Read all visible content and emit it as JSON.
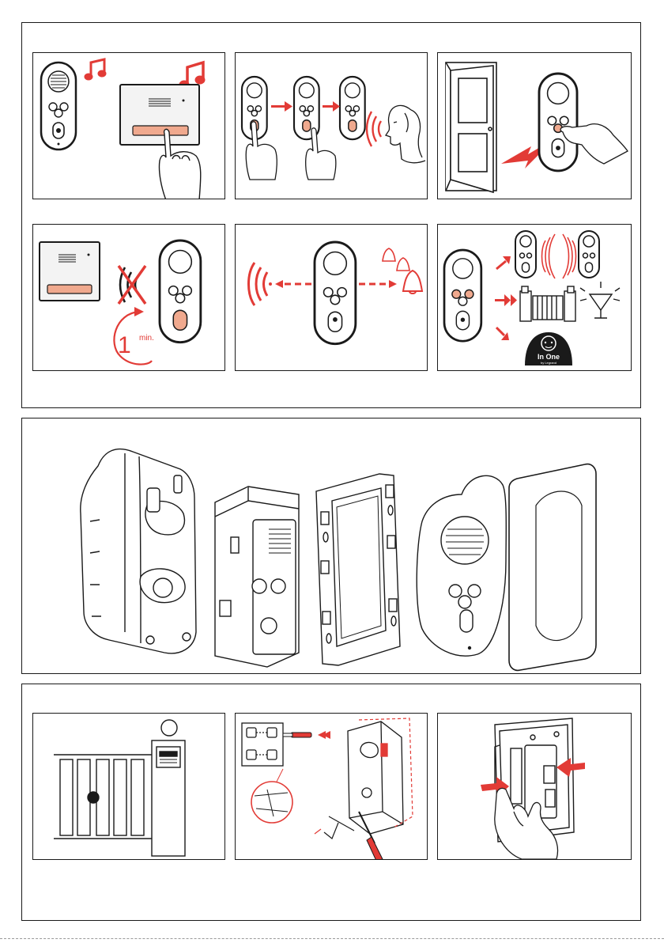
{
  "colors": {
    "accent": "#e23b36",
    "skin": "#f0a98e",
    "line": "#1a1a1a",
    "cover": "#f3f3f3"
  },
  "panels": {
    "call": {
      "icon": "music-note-icon"
    },
    "sequence": {
      "icon": "arrow-right-icon"
    },
    "door": {
      "icon": "lightning-icon"
    },
    "mute": {
      "timer_value": "1",
      "timer_unit": "min."
    },
    "ring": {
      "icon": "bell-icon"
    },
    "accessories": {
      "logo_text": "In One",
      "logo_subtext": "by Legrand"
    }
  },
  "install": {
    "mark_circle": "",
    "parts": [
      "flush-box",
      "module",
      "mounting-plate",
      "front-plate",
      "cover-frame"
    ]
  }
}
